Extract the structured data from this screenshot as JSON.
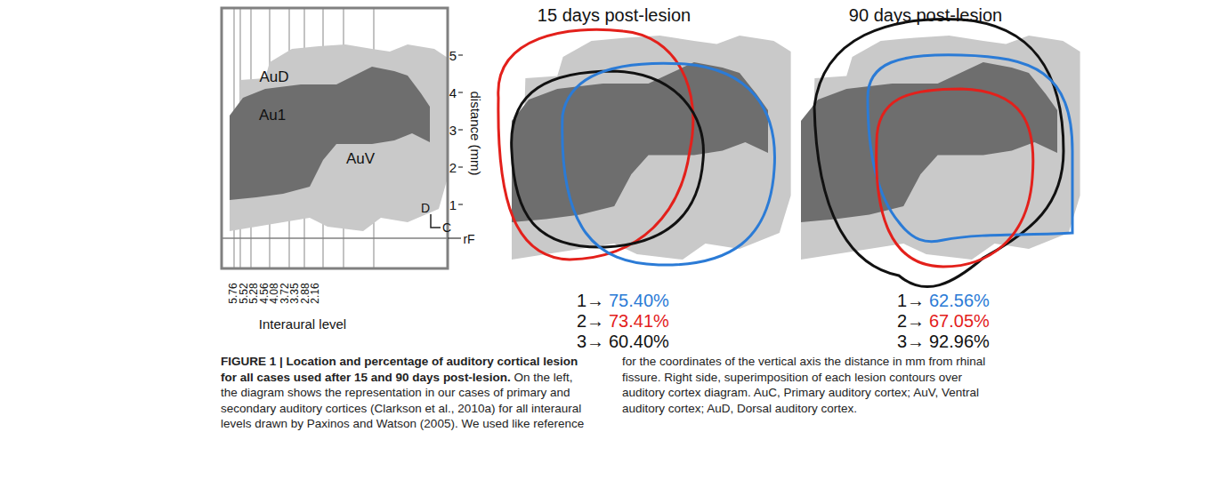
{
  "diagram": {
    "title": "FIGURE 1 | Location and percentage of auditory cortical lesion for all cases used after 15 and 90 days post-lesion.",
    "caption": "On the left, the diagram shows the representation in our cases of primary and secondary auditory cortices (Clarkson et al., 2010a) for all interaural levels drawn by Paxinos and Watson (2005). We used like reference for the coordinates of the vertical axis the distance in mm from rhinal fissure. Right side, superimposition of each lesion contours over auditory cortex diagram. AuC, Primary auditory cortex; AuV, Ventral auditory cortex; AuD, Dorsal auditory cortex.",
    "labels": [
      "AuD",
      "Au1",
      "AuV",
      "5",
      "4",
      "3",
      "2",
      "1",
      "distance (mm)",
      "D",
      "C",
      "rF",
      "5.76",
      "5.52",
      "5.28",
      "4.56",
      "4.08",
      "3.72",
      "3.35",
      "2.88",
      "2.16",
      "Interaural level",
      "15 days post-lesion",
      "90 days post-lesion",
      "1→",
      "75.40%",
      "2→",
      "73.41%",
      "3→",
      "60.40%",
      "1→",
      "62.56%",
      "2→",
      "67.05%",
      "3→",
      "92.96%"
    ]
  }
}
